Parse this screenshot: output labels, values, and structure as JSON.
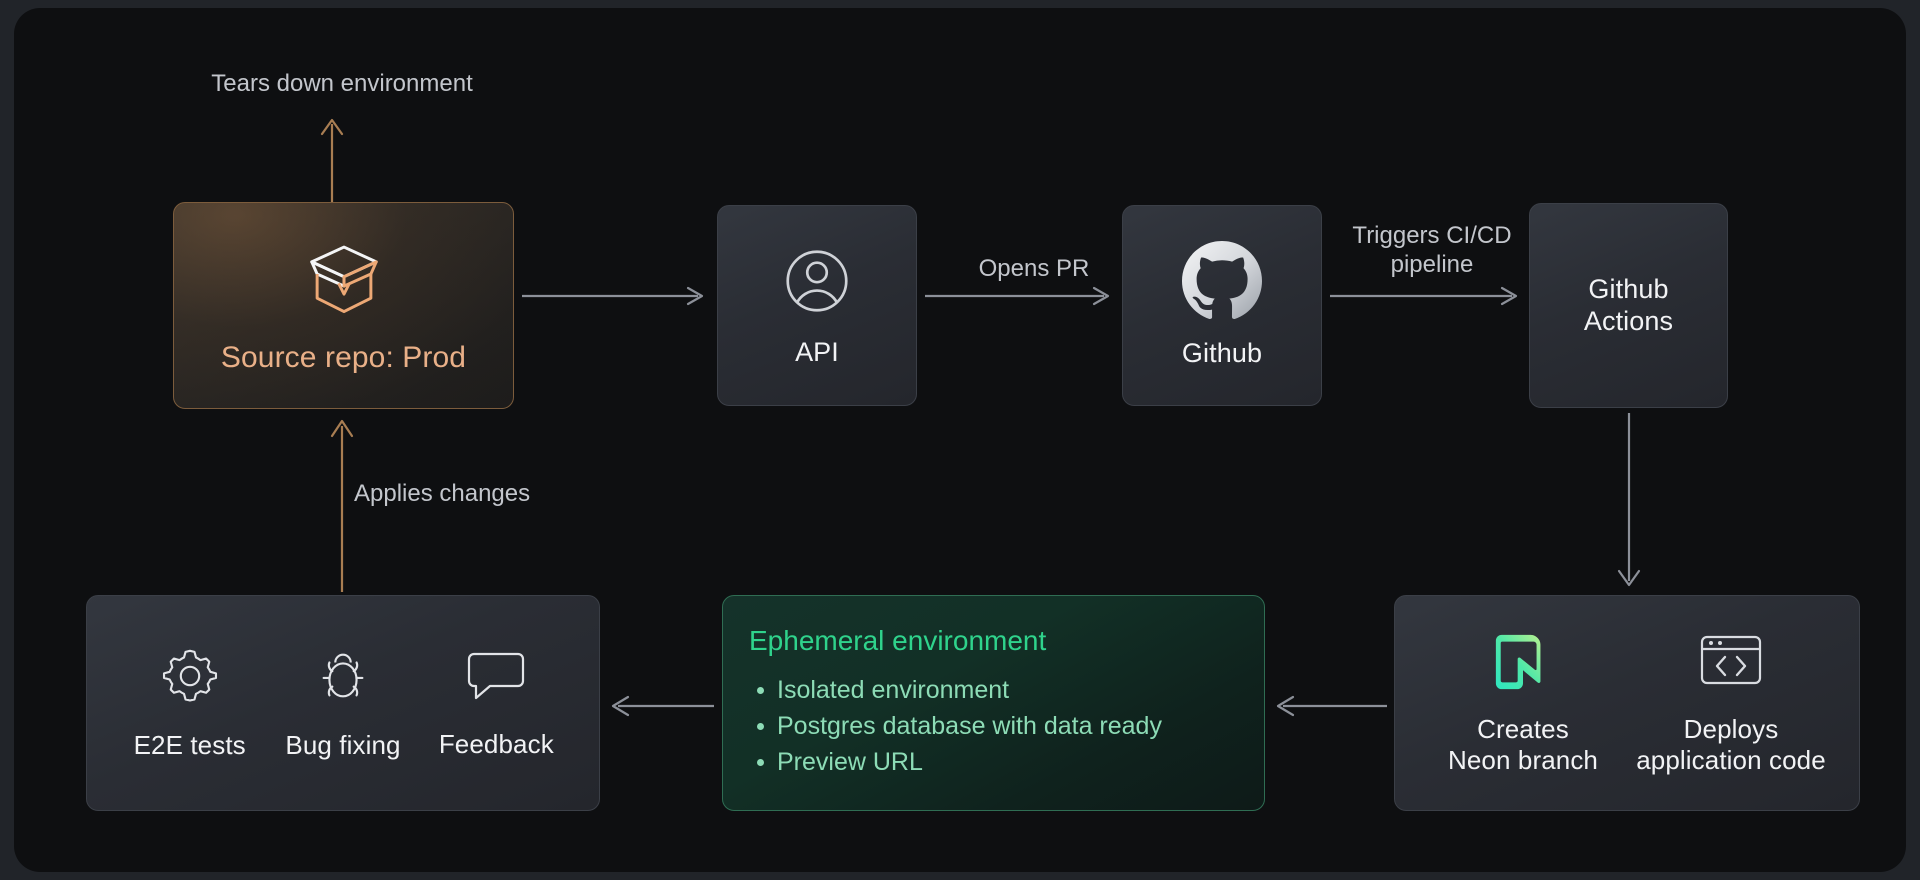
{
  "diagram": {
    "title": "Ephemeral environment CI/CD workflow",
    "colors": {
      "canvas_bg": "#0e0f11",
      "outer_bg": "#212429",
      "card_dark": "#2c3037",
      "card_border": "#3b3f47",
      "accent_orange": "#e9b088",
      "accent_orange_border": "#7c5c3c",
      "accent_green": "#2fd38c",
      "accent_green_soft": "#8ddcb6",
      "accent_green_border": "#2f6d53",
      "arrow_gray": "#8c9099",
      "arrow_orange": "#a87d52",
      "text_primary": "#f2f3f5",
      "text_muted": "#c3c6cc"
    }
  },
  "nodes": {
    "source_repo": {
      "label": "Source repo: Prod",
      "icon": "open-box-icon"
    },
    "api": {
      "label": "API",
      "icon": "user-circle-icon"
    },
    "github": {
      "label": "Github",
      "icon": "github-octocat-icon"
    },
    "github_actions": {
      "label": "Github\nActions",
      "label_line1": "Github",
      "label_line2": "Actions"
    },
    "ephemeral": {
      "title": "Ephemeral environment",
      "bullets": [
        "Isolated environment",
        "Postgres database with data ready",
        "Preview URL"
      ]
    },
    "deploy_card": {
      "items": [
        {
          "label_line1": "Creates",
          "label_line2": "Neon branch",
          "icon": "neon-logo-icon"
        },
        {
          "label_line1": "Deploys",
          "label_line2": "application code",
          "icon": "browser-code-icon"
        }
      ]
    },
    "tests_card": {
      "items": [
        {
          "label": "E2E tests",
          "icon": "gear-icon"
        },
        {
          "label": "Bug fixing",
          "icon": "bug-icon"
        },
        {
          "label": "Feedback",
          "icon": "speech-bubble-icon"
        }
      ]
    }
  },
  "connectors": {
    "tears_down": {
      "label": "Tears down environment",
      "direction": "up",
      "color": "orange"
    },
    "repo_to_api": {
      "label": "",
      "direction": "right",
      "color": "gray"
    },
    "opens_pr": {
      "label": "Opens PR",
      "direction": "right",
      "color": "gray"
    },
    "triggers": {
      "label": "Triggers CI/CD\npipeline",
      "label_line1": "Triggers CI/CD",
      "label_line2": "pipeline",
      "direction": "right",
      "color": "gray"
    },
    "actions_to_deploy": {
      "label": "",
      "direction": "down",
      "color": "gray"
    },
    "deploy_to_ephemeral": {
      "label": "",
      "direction": "left",
      "color": "gray"
    },
    "ephemeral_to_tests": {
      "label": "",
      "direction": "left",
      "color": "gray"
    },
    "applies_changes": {
      "label": "Applies changes",
      "direction": "up",
      "color": "orange"
    }
  }
}
